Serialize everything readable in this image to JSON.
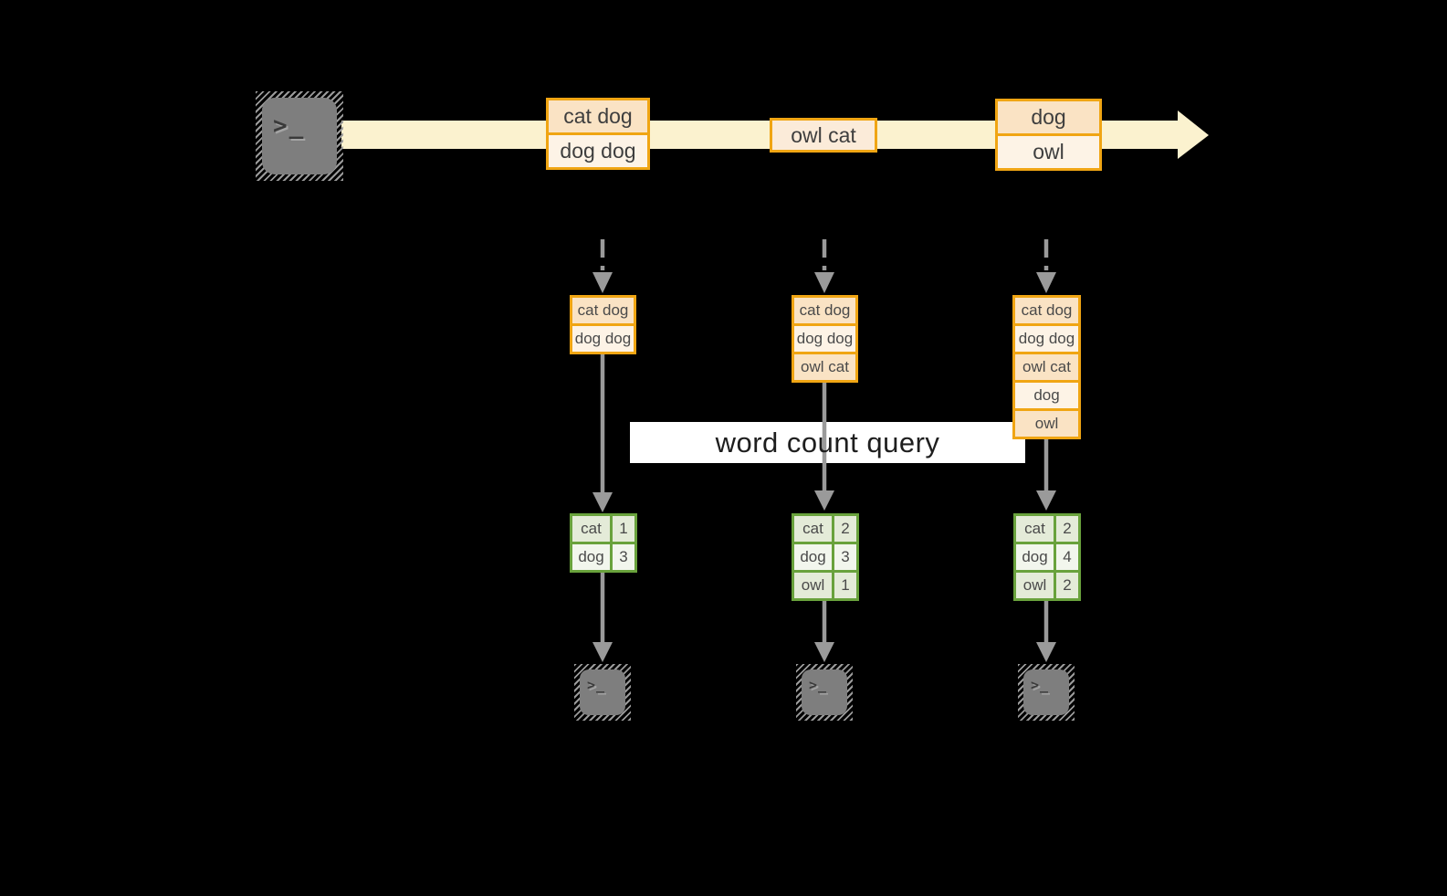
{
  "title": "streaming word count query diagram",
  "colors": {
    "background": "#000000",
    "stream_band": "#FBF2CF",
    "event_border": "#F0A513",
    "event_fill_dark": "#FAE3C4",
    "event_fill_light": "#FDF3E6",
    "event_fill_mid": "#FBEBD9",
    "table_border": "#69A23C",
    "table_fill_dark": "#E4EBD8",
    "table_fill_light": "#F2F6ED",
    "arrow_gray": "#9A9A9A",
    "terminal_gray": "#7E7E7E",
    "query_box_bg": "#FFFFFF",
    "text_dark": "#3E3E3E"
  },
  "icons": {
    "terminal_prompt": ">_"
  },
  "query_label": "word count query",
  "stream": {
    "events": [
      {
        "rows": [
          "cat dog",
          "dog dog"
        ]
      },
      {
        "rows": [
          "owl cat"
        ]
      },
      {
        "rows": [
          "dog",
          "owl"
        ]
      }
    ]
  },
  "columns": [
    {
      "buffer": [
        "cat dog",
        "dog dog"
      ],
      "counts": [
        {
          "word": "cat",
          "count": "1"
        },
        {
          "word": "dog",
          "count": "3"
        }
      ]
    },
    {
      "buffer": [
        "cat dog",
        "dog dog",
        "owl cat"
      ],
      "counts": [
        {
          "word": "cat",
          "count": "2"
        },
        {
          "word": "dog",
          "count": "3"
        },
        {
          "word": "owl",
          "count": "1"
        }
      ]
    },
    {
      "buffer": [
        "cat dog",
        "dog dog",
        "owl cat",
        "dog",
        "owl"
      ],
      "counts": [
        {
          "word": "cat",
          "count": "2"
        },
        {
          "word": "dog",
          "count": "4"
        },
        {
          "word": "owl",
          "count": "2"
        }
      ]
    }
  ]
}
